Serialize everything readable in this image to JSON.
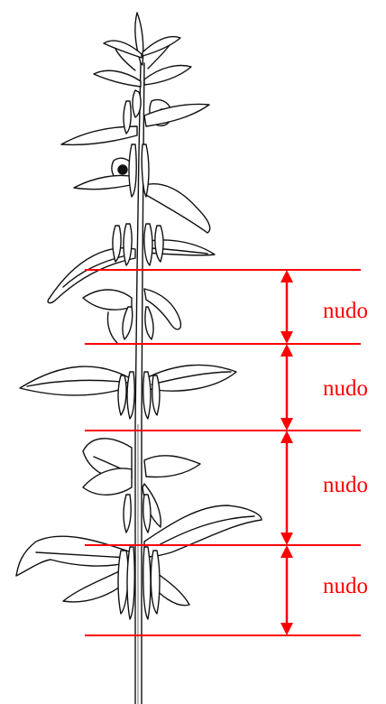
{
  "figure": {
    "accent_color": "#ff0000",
    "ink_color": "#111111",
    "illustration": "sesame-plant-line-drawing",
    "segments": [
      {
        "label": "nudo"
      },
      {
        "label": "nudo"
      },
      {
        "label": "nudo"
      },
      {
        "label": "nudo"
      }
    ]
  }
}
